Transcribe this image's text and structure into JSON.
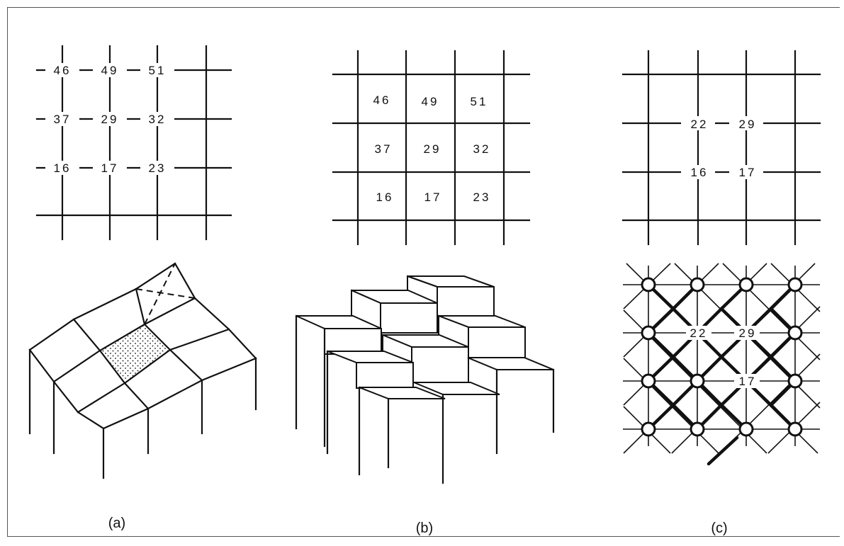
{
  "panel_a": {
    "caption": "(a)",
    "values": [
      [
        "46",
        "49",
        "51"
      ],
      [
        "37",
        "29",
        "32"
      ],
      [
        "16",
        "17",
        "23"
      ]
    ]
  },
  "panel_b": {
    "caption": "(b)",
    "values": [
      [
        "46",
        "49",
        "51"
      ],
      [
        "37",
        "29",
        "32"
      ],
      [
        "16",
        "17",
        "23"
      ]
    ]
  },
  "panel_c": {
    "caption": "(c)",
    "values": [
      [
        "22",
        "29"
      ],
      [
        "16",
        "17"
      ]
    ],
    "network_labels": [
      "22",
      "29",
      "17"
    ]
  }
}
